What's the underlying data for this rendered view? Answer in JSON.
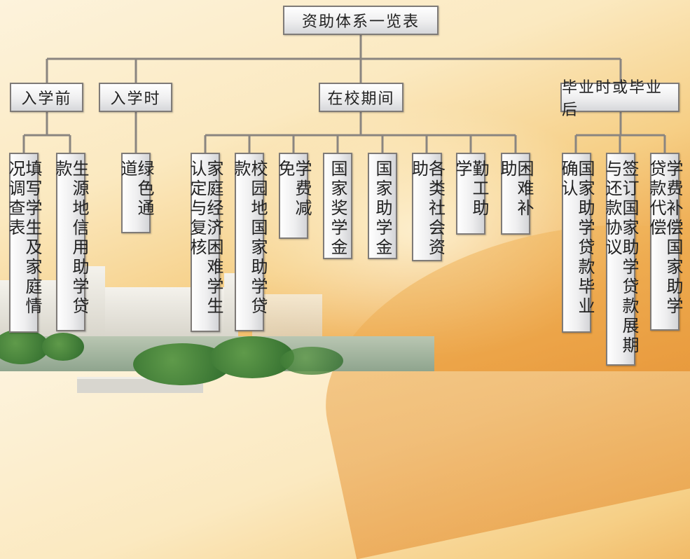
{
  "title": "资助体系一览表",
  "stages": [
    {
      "label": "入学前",
      "items": [
        "填写学生及家庭情况调查表",
        "生源地信用助学贷款"
      ]
    },
    {
      "label": "入学时",
      "items": [
        "绿色通道"
      ]
    },
    {
      "label": "在校期间",
      "items": [
        "家庭经济困难学生认定与复核",
        "校园地国家助学贷款",
        "学费减免",
        "国家奖学金",
        "国家助学金",
        "各类社会资助",
        "勤工助学",
        "困难补助"
      ]
    },
    {
      "label": "毕业时或毕业后",
      "items": [
        "国家助学贷款毕业确认",
        "签订国家助学贷款展期与还款协议",
        "学费补偿国家助学贷款代偿"
      ]
    }
  ],
  "colors": {
    "box_border": "#7f7b78",
    "line": "#8a8580"
  }
}
